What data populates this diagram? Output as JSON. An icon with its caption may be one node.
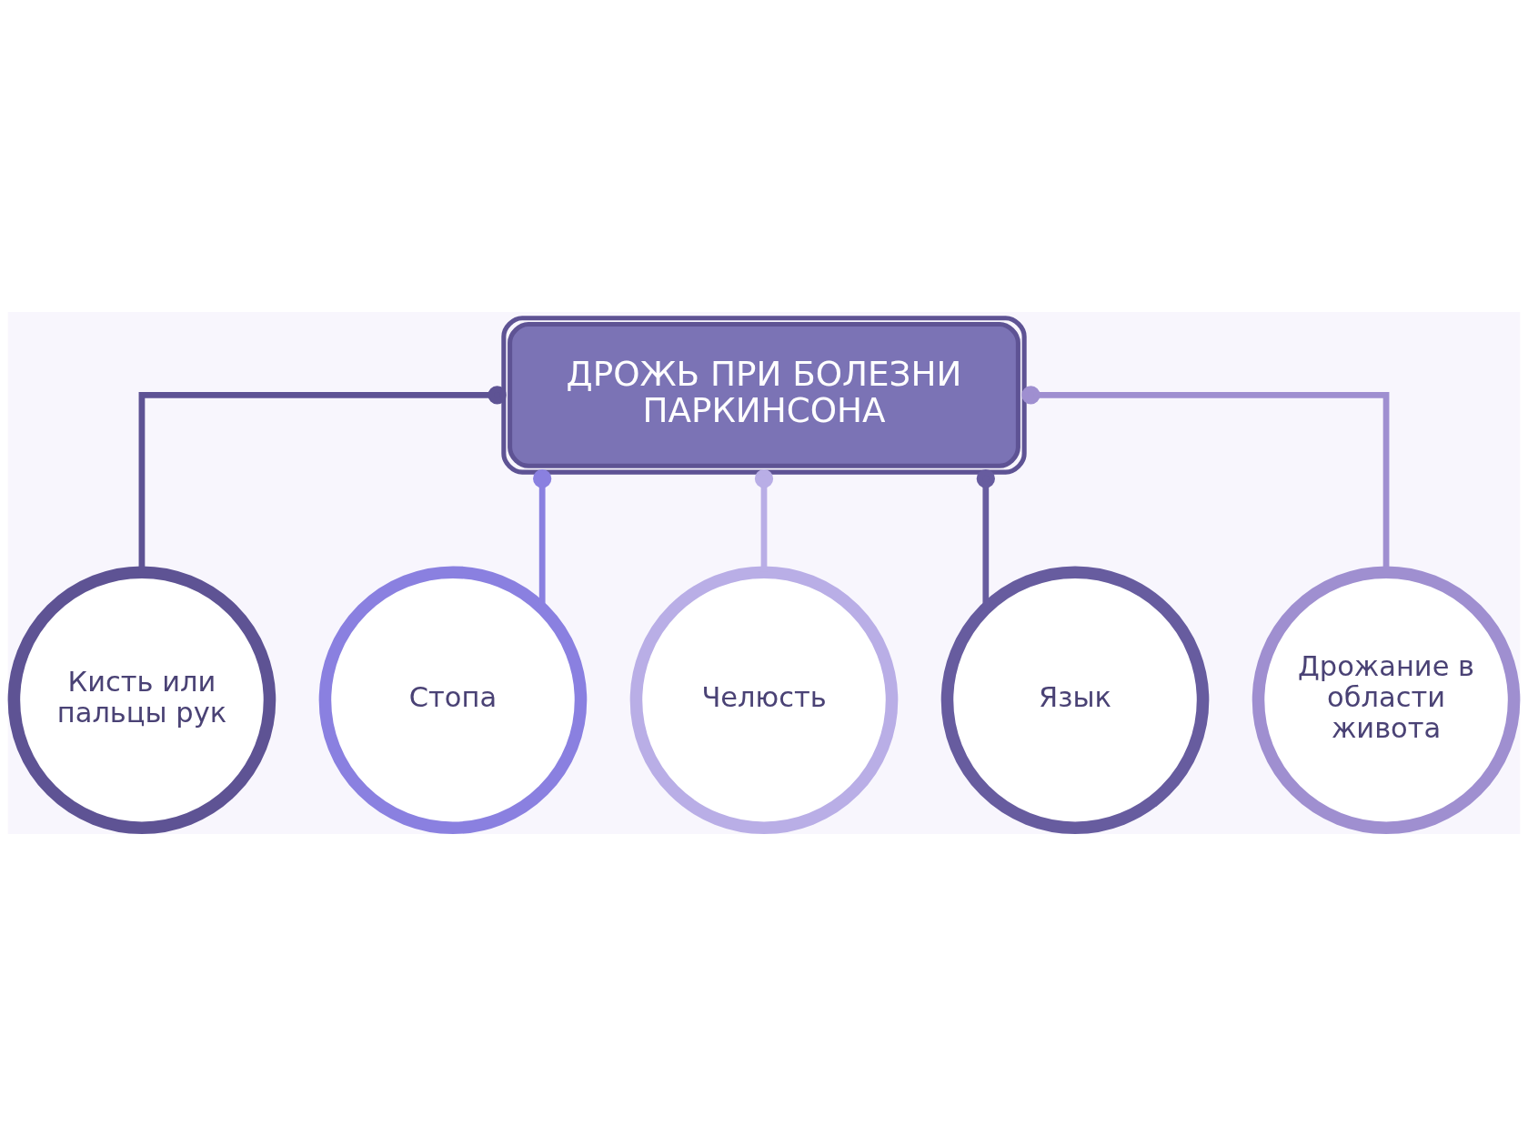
{
  "diagram": {
    "nodes": [
      {
        "text": [
          "ДРОЖЬ ПРИ БОЛЕЗНИ ПАРКИНСОНА"
        ]
      },
      {
        "text": [
          "Кисть или пальцы рук"
        ]
      },
      {
        "text": [
          "Стопа"
        ]
      },
      {
        "text": [
          "Челюсть"
        ]
      },
      {
        "text": [
          "Язык"
        ]
      },
      {
        "text": [
          "Дрожание в области живота"
        ]
      }
    ],
    "edges": [
      {
        "from": 0,
        "to": 1,
        "arrow": "other",
        "color": "#5e5394"
      },
      {
        "from": 0,
        "to": 2,
        "arrow": "other",
        "color": "#8a80e0"
      },
      {
        "from": 0,
        "to": 3,
        "arrow": "other",
        "color": "#b9aee6"
      },
      {
        "from": 0,
        "to": 4,
        "arrow": "other",
        "color": "#675c9f"
      },
      {
        "from": 0,
        "to": 5,
        "arrow": "other",
        "color": "#9f8fd0"
      }
    ]
  }
}
